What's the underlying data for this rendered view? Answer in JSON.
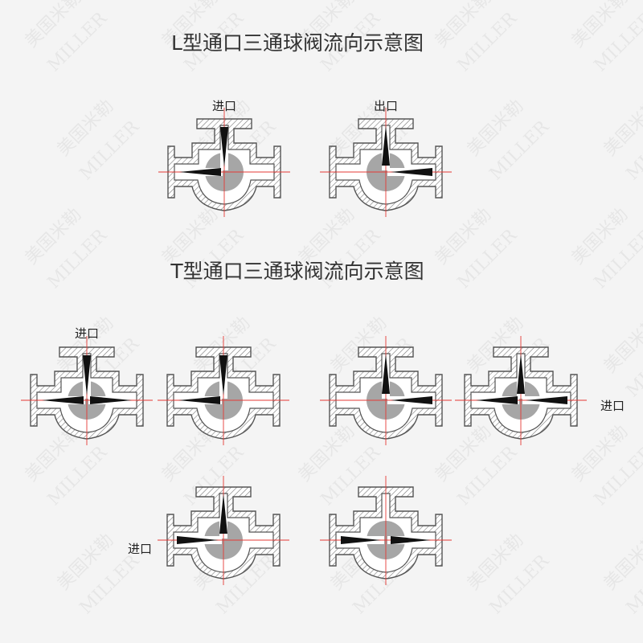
{
  "titles": {
    "l_type": "L型通口三通球阀流向示意图",
    "t_type": "T型通口三通球阀流向示意图"
  },
  "labels": {
    "inlet": "进口",
    "outlet": "出口"
  },
  "watermark": {
    "brand_cn": "美国米勒",
    "brand_en": "MILLER"
  },
  "diagrams": [
    {
      "id": "L1",
      "group": "L",
      "flow": "top inlet to left outlet",
      "label": "inlet"
    },
    {
      "id": "L2",
      "group": "L",
      "flow": "right inlet to top outlet",
      "label": "outlet"
    },
    {
      "id": "T1",
      "group": "T",
      "flow": "top inlet to left and right outlets",
      "label": "inlet"
    },
    {
      "id": "T2",
      "group": "T",
      "flow": "top inlet to left outlet",
      "label": null
    },
    {
      "id": "T3",
      "group": "T",
      "flow": "right inlet to top outlet",
      "label": null
    },
    {
      "id": "T4",
      "group": "T",
      "flow": "right inlet to top and left outlets",
      "label": "inlet"
    },
    {
      "id": "T5",
      "group": "T",
      "flow": "left inlet to top outlet",
      "label": "inlet"
    },
    {
      "id": "T6",
      "group": "T",
      "flow": "left inlet straight through to right outlet",
      "label": null
    }
  ],
  "colors": {
    "background": "#f4f4f4",
    "centerline": "#e53935",
    "ball": "#a6a6a6",
    "body_stroke": "#555555",
    "arrow": "#111111"
  }
}
